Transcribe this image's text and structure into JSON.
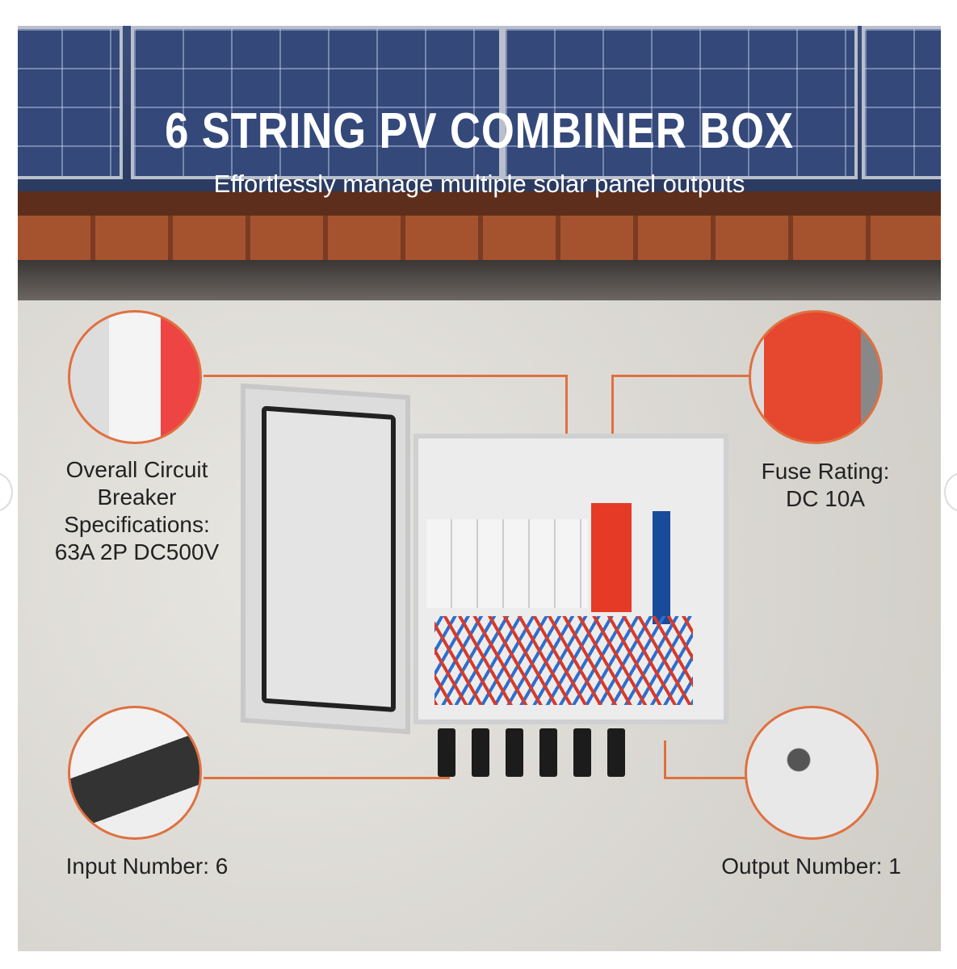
{
  "title": "6 STRING PV COMBINER BOX",
  "subtitle": "Effortlessly manage multiple solar panel outputs",
  "callouts": {
    "breaker": "Overall Circuit Breaker Specifications: 63A 2P DC500V",
    "breaker_lines": [
      "Overall Circuit",
      "Breaker",
      "Specifications:",
      "63A 2P DC500V"
    ],
    "fuse_lines": [
      "Fuse Rating:",
      "DC 10A"
    ],
    "input": "Input Number: 6",
    "output": "Output Number: 1"
  },
  "colors": {
    "accent": "#e0703f"
  }
}
